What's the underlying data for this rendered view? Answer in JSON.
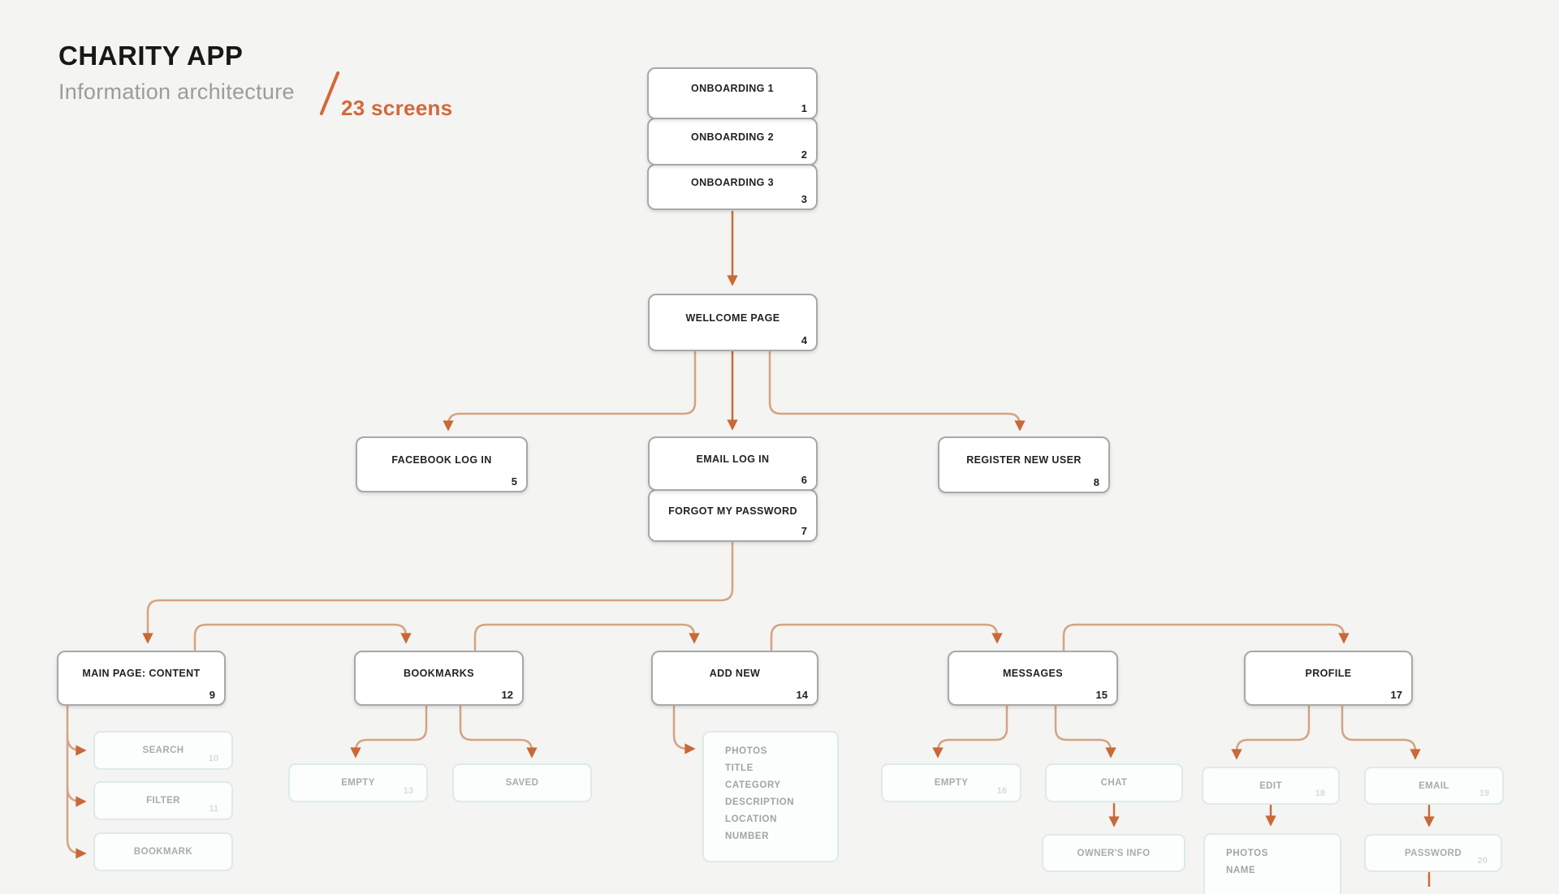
{
  "header": {
    "title": "CHARITY APP",
    "subtitle": "Information architecture",
    "count_label": "23 screens"
  },
  "colors": {
    "background": "#f4f4f2",
    "accent_orange": "#d2693a",
    "connector_tan": "#d5a382",
    "primary_border": "#a8a8a8",
    "secondary_border": "#dcebe9",
    "secondary_text": "#a7acac",
    "secondary_number": "#cfe0de"
  },
  "nodes": {
    "onboarding1": {
      "label": "ONBOARDING 1",
      "number": "1"
    },
    "onboarding2": {
      "label": "ONBOARDING 2",
      "number": "2"
    },
    "onboarding3": {
      "label": "ONBOARDING 3",
      "number": "3"
    },
    "wellcome": {
      "label": "WELLCOME PAGE",
      "number": "4"
    },
    "facebook_login": {
      "label": "FACEBOOK LOG IN",
      "number": "5"
    },
    "email_login": {
      "label": "EMAIL LOG IN",
      "number": "6"
    },
    "forgot_password": {
      "label": "FORGOT MY PASSWORD",
      "number": "7"
    },
    "register": {
      "label": "REGISTER NEW USER",
      "number": "8"
    },
    "main_page": {
      "label": "MAIN PAGE: CONTENT",
      "number": "9"
    },
    "search": {
      "label": "SEARCH",
      "number": "10"
    },
    "filter": {
      "label": "FILTER",
      "number": "11"
    },
    "bookmark": {
      "label": "BOOKMARK",
      "number": ""
    },
    "bookmarks": {
      "label": "BOOKMARKS",
      "number": "12"
    },
    "bookmarks_empty": {
      "label": "EMPTY",
      "number": "13"
    },
    "saved": {
      "label": "SAVED",
      "number": ""
    },
    "add_new": {
      "label": "ADD NEW",
      "number": "14"
    },
    "add_new_fields": {
      "lines": [
        "PHOTOS",
        "TITLE",
        "CATEGORY",
        "DESCRIPTION",
        "LOCATION",
        "NUMBER"
      ]
    },
    "messages": {
      "label": "MESSAGES",
      "number": "15"
    },
    "messages_empty": {
      "label": "EMPTY",
      "number": "16"
    },
    "chat": {
      "label": "CHAT",
      "number": ""
    },
    "owners_info": {
      "label": "OWNER'S INFO",
      "number": ""
    },
    "profile": {
      "label": "PROFILE",
      "number": "17"
    },
    "edit": {
      "label": "EDIT",
      "number": "18"
    },
    "email": {
      "label": "EMAIL",
      "number": "19"
    },
    "photos_name": {
      "lines": [
        "PHOTOS",
        "NAME"
      ]
    },
    "password": {
      "label": "PASSWORD",
      "number": "20"
    }
  }
}
